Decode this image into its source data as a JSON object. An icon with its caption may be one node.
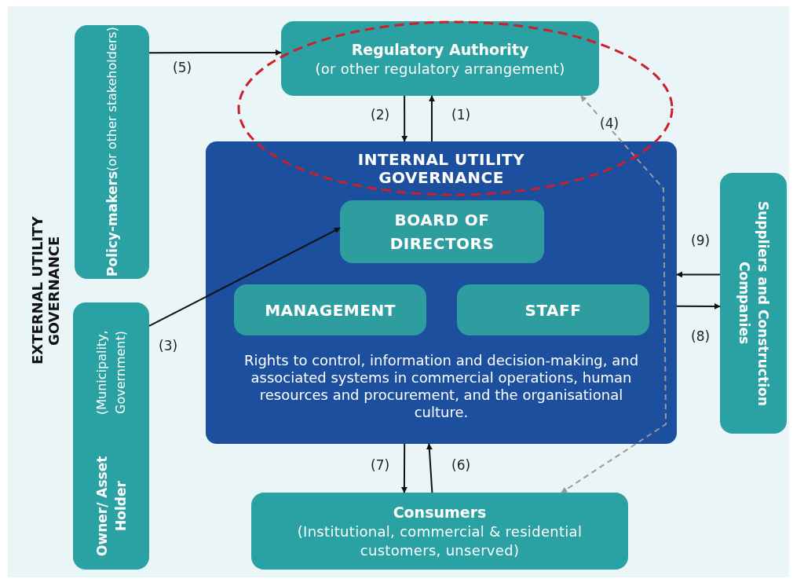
{
  "diagram": {
    "nodes": [
      {
        "text": [
          "Regulatory Authority",
          "(or other regulatory arrangement)"
        ]
      },
      {
        "text": [
          "Policy-makers",
          "(or other stakeholders)"
        ]
      },
      {
        "text": [
          "INTERNAL UTILITY GOVERNANCE",
          "Rights to control, information and decision-making, and associated systems in commercial operations, human resources and procurement, and the organisational culture."
        ]
      },
      {
        "text": [
          "BOARD OF DIRECTORS"
        ],
        "in": 2
      },
      {
        "text": [
          "MANAGEMENT"
        ],
        "in": 2
      },
      {
        "text": [
          "STAFF"
        ],
        "in": 2
      },
      {
        "text": [
          "Owner/ Asset Holder",
          "(Municipality, Government)"
        ]
      },
      {
        "text": [
          "Suppliers and Construction Companies"
        ]
      },
      {
        "text": [
          "Consumers",
          "(Institutional, commercial & residential customers, unserved)"
        ]
      }
    ],
    "edges": [
      {
        "from": 1,
        "to": 0,
        "arrow": "to",
        "label": "(5)"
      },
      {
        "from": 0,
        "to": 2,
        "arrow": "to",
        "label": "(2)"
      },
      {
        "from": 2,
        "to": 0,
        "arrow": "to",
        "label": "(1)"
      },
      {
        "from": 0,
        "to": 8,
        "arrow": "both",
        "label": "(4)",
        "style": "dashed",
        "color": "#999999"
      },
      {
        "from": 6,
        "to": 3,
        "arrow": "to",
        "label": "(3)"
      },
      {
        "from": 7,
        "to": 2,
        "arrow": "to",
        "label": "(9)"
      },
      {
        "from": 2,
        "to": 7,
        "arrow": "to",
        "label": "(8)"
      },
      {
        "from": 2,
        "to": 8,
        "arrow": "to",
        "label": "(7)"
      },
      {
        "from": 8,
        "to": 2,
        "arrow": "to",
        "label": "(6)"
      }
    ],
    "labels": [
      "EXTERNAL UTILITY GOVERNANCE"
    ]
  }
}
